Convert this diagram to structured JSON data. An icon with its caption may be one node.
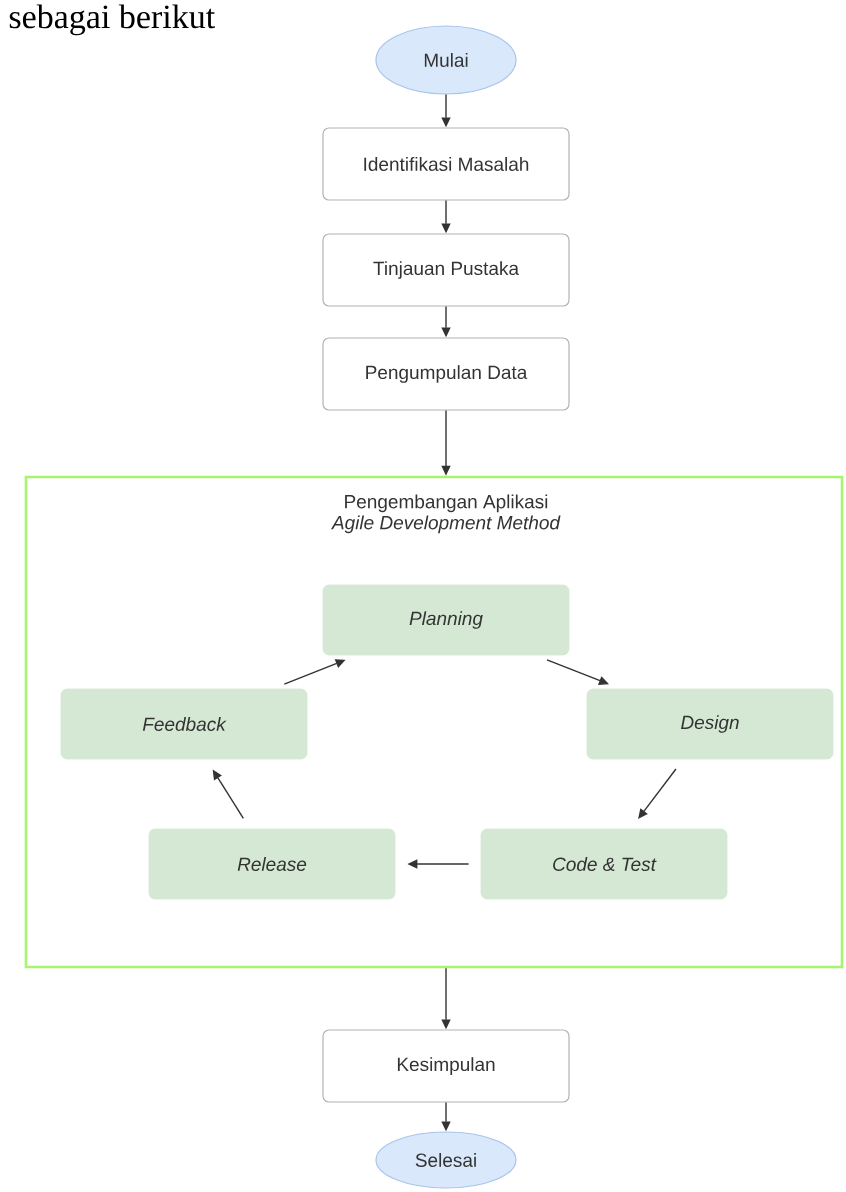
{
  "diagram": {
    "nodes": [
      {
        "text": [
          "Mulai"
        ]
      },
      {
        "text": [
          "Identifikasi Masalah"
        ]
      },
      {
        "text": [
          "Tinjauan Pustaka"
        ]
      },
      {
        "text": [
          "Pengumpulan Data"
        ]
      },
      {
        "text": [
          "Pengembangan Aplikasi",
          "Agile Development Method"
        ]
      },
      {
        "text": [
          "Planning"
        ],
        "in": 4
      },
      {
        "text": [
          "Design"
        ],
        "in": 4
      },
      {
        "text": [
          "Code & Test"
        ],
        "in": 4
      },
      {
        "text": [
          "Release"
        ],
        "in": 4
      },
      {
        "text": [
          "Feedback"
        ],
        "in": 4
      },
      {
        "text": [
          "Kesimpulan"
        ]
      },
      {
        "text": [
          "Selesai"
        ]
      }
    ],
    "edges": [
      {
        "from": 0,
        "to": 1,
        "arrow": "to"
      },
      {
        "from": 1,
        "to": 2,
        "arrow": "to"
      },
      {
        "from": 2,
        "to": 3,
        "arrow": "to"
      },
      {
        "from": 3,
        "to": 4,
        "arrow": "to"
      },
      {
        "from": 5,
        "to": 6,
        "arrow": "to"
      },
      {
        "from": 6,
        "to": 7,
        "arrow": "to"
      },
      {
        "from": 7,
        "to": 8,
        "arrow": "to"
      },
      {
        "from": 8,
        "to": 9,
        "arrow": "to"
      },
      {
        "from": 9,
        "to": 5,
        "arrow": "to"
      },
      {
        "from": 4,
        "to": 10,
        "arrow": "to"
      },
      {
        "from": 10,
        "to": 11,
        "arrow": "to"
      }
    ],
    "labels": [
      "sebagai berikut"
    ]
  }
}
